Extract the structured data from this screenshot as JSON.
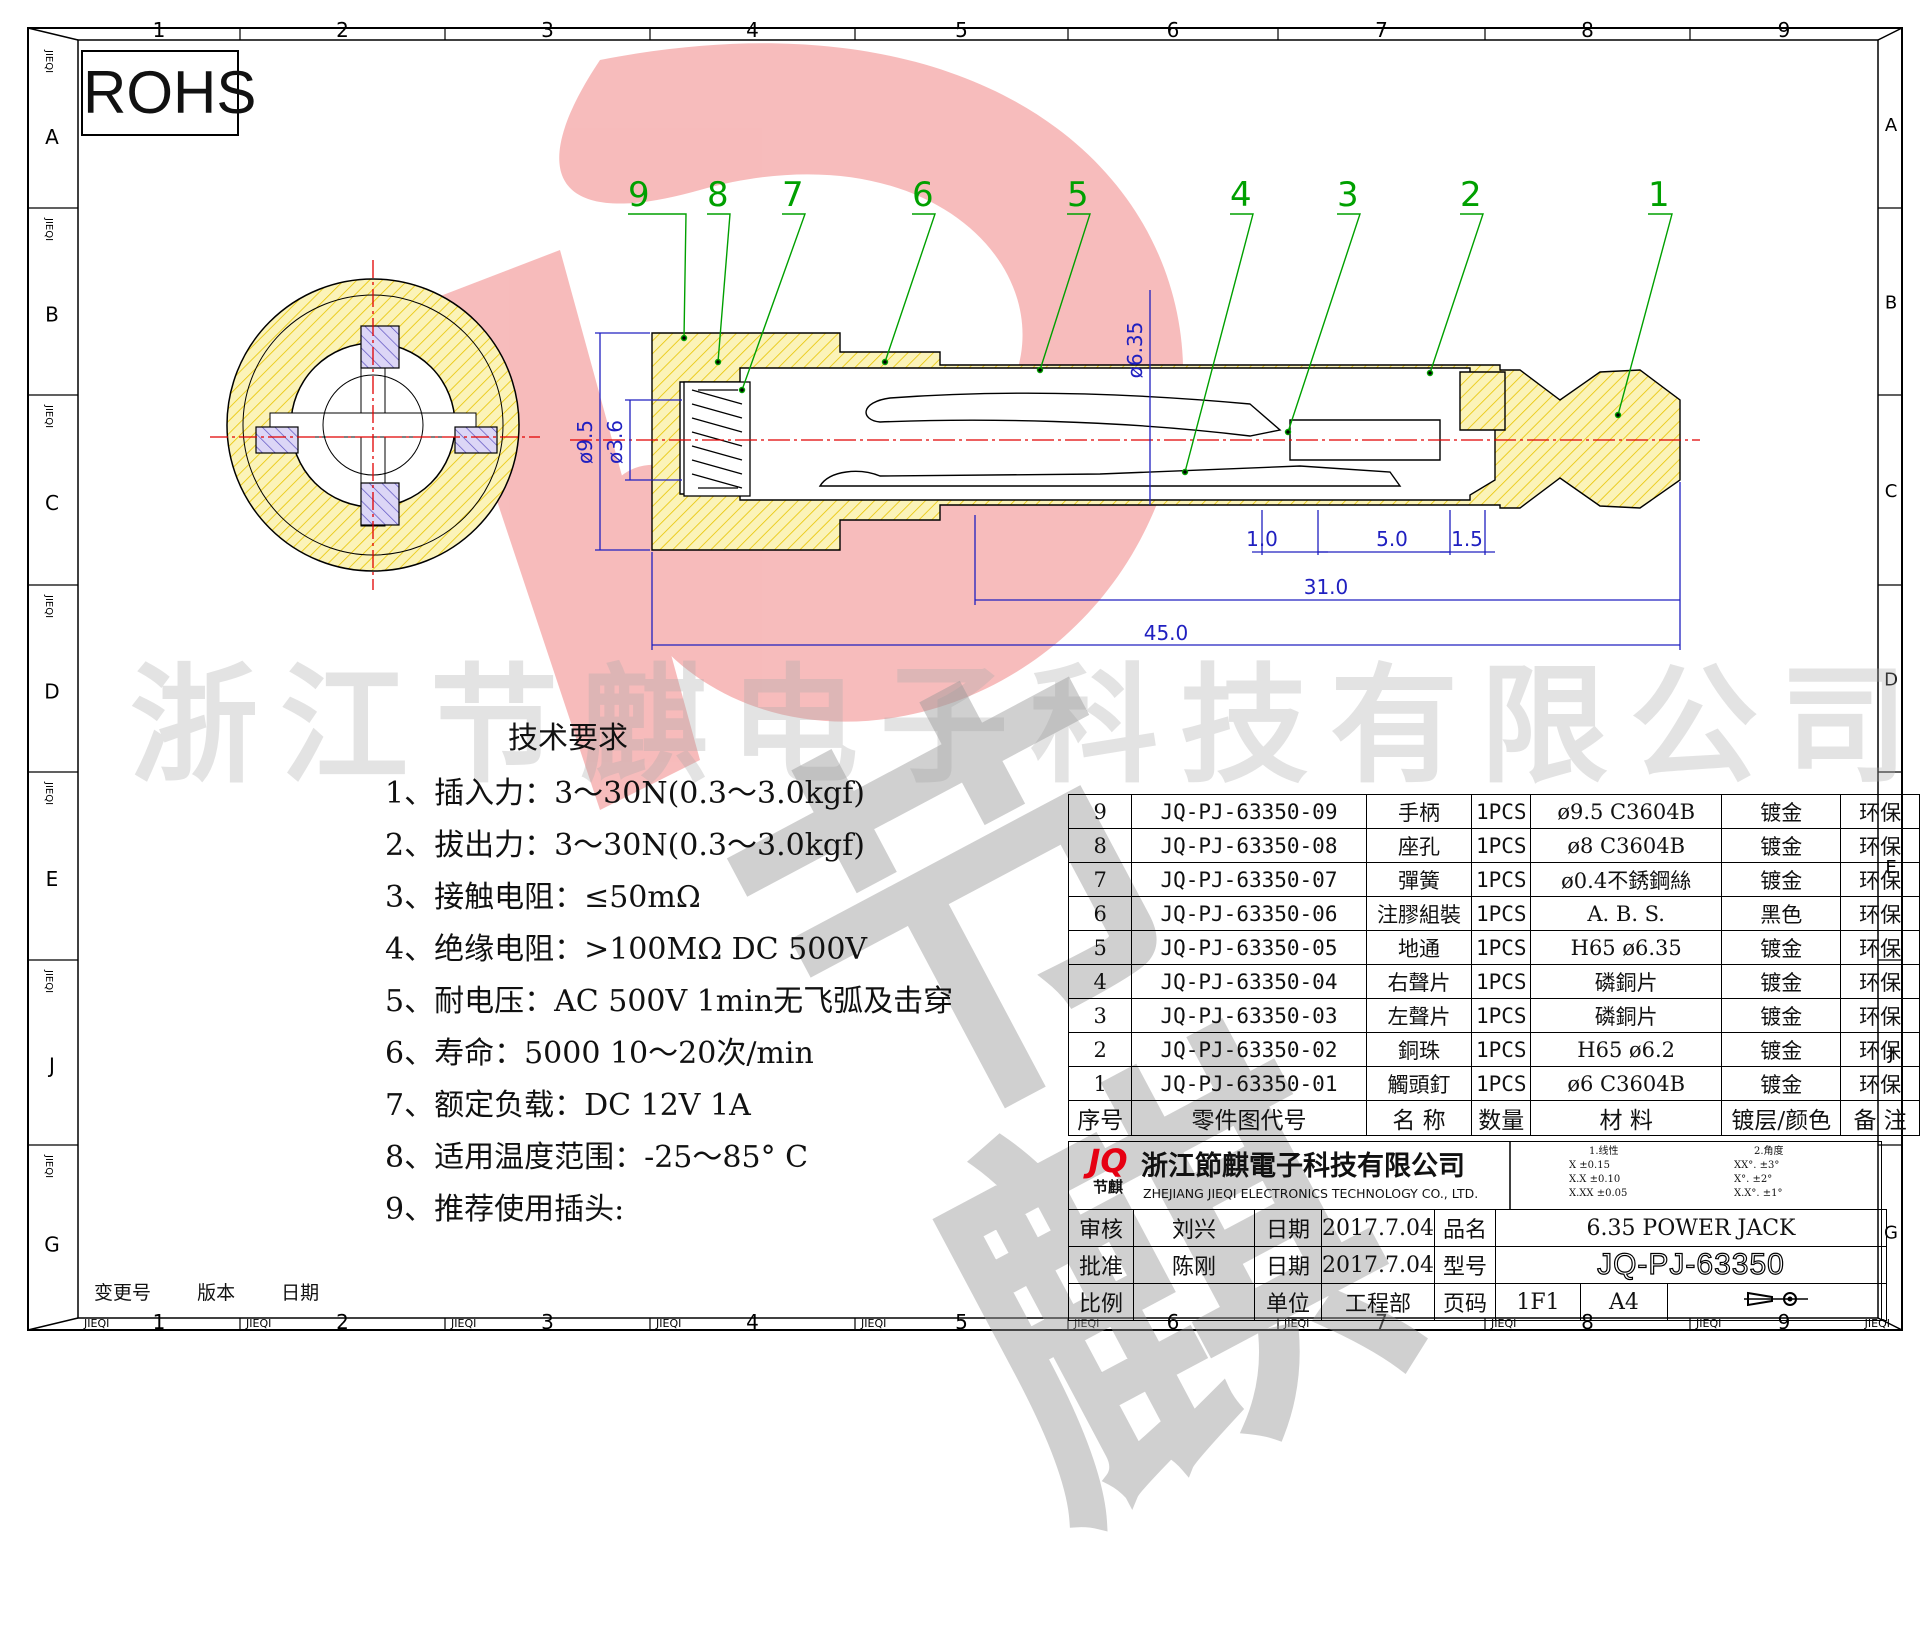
{
  "frame": {
    "cols": [
      "1",
      "2",
      "3",
      "4",
      "5",
      "6",
      "7",
      "8",
      "9"
    ],
    "rows": [
      "A",
      "B",
      "C",
      "D",
      "E",
      "J",
      "G"
    ],
    "side_label": "JIEQI"
  },
  "rohs": "ROHS",
  "watermark": {
    "company": "浙江节麒电子科技有限公司",
    "brand": "节麒"
  },
  "drawing": {
    "balloons": [
      "9",
      "8",
      "7",
      "6",
      "5",
      "4",
      "3",
      "2",
      "1"
    ],
    "dims": {
      "d635": "ø6.35",
      "d95": "ø9.5",
      "d36": "ø3.6",
      "l10": "1.0",
      "l50": "5.0",
      "l15": "1.5",
      "l310": "31.0",
      "l450": "45.0"
    }
  },
  "tech": {
    "title": "技术要求",
    "items": [
      "1、插入力：3～30N(0.3～3.0kgf)",
      "2、拔出力：3～30N(0.3～3.0kgf)",
      "3、接触电阻：≤50mΩ",
      "4、绝缘电阻：>100MΩ  DC  500V",
      "5、耐电压：AC  500V  1min无飞弧及击穿",
      "6、寿命：5000 10～20次/min",
      "7、额定负载：DC  12V  1A",
      "8、适用温度范围：-25～85° C",
      "9、推荐使用插头:"
    ]
  },
  "revision": {
    "change_no": "变更号",
    "version": "版本",
    "date": "日期"
  },
  "bom": {
    "rows": [
      {
        "no": "9",
        "part": "JQ-PJ-63350-09",
        "name": "手柄",
        "qty": "1PCS",
        "material": "ø9.5 C3604B",
        "finish": "镀金",
        "env": "环保"
      },
      {
        "no": "8",
        "part": "JQ-PJ-63350-08",
        "name": "座孔",
        "qty": "1PCS",
        "material": "ø8 C3604B",
        "finish": "镀金",
        "env": "环保"
      },
      {
        "no": "7",
        "part": "JQ-PJ-63350-07",
        "name": "彈簧",
        "qty": "1PCS",
        "material": "ø0.4不銹鋼絲",
        "finish": "镀金",
        "env": "环保"
      },
      {
        "no": "6",
        "part": "JQ-PJ-63350-06",
        "name": "注膠組裝",
        "qty": "1PCS",
        "material": "A. B. S.",
        "finish": "黑色",
        "env": "环保"
      },
      {
        "no": "5",
        "part": "JQ-PJ-63350-05",
        "name": "地通",
        "qty": "1PCS",
        "material": "H65 ø6.35",
        "finish": "镀金",
        "env": "环保"
      },
      {
        "no": "4",
        "part": "JQ-PJ-63350-04",
        "name": "右聲片",
        "qty": "1PCS",
        "material": "磷銅片",
        "finish": "镀金",
        "env": "环保"
      },
      {
        "no": "3",
        "part": "JQ-PJ-63350-03",
        "name": "左聲片",
        "qty": "1PCS",
        "material": "磷銅片",
        "finish": "镀金",
        "env": "环保"
      },
      {
        "no": "2",
        "part": "JQ-PJ-63350-02",
        "name": "銅珠",
        "qty": "1PCS",
        "material": "H65 ø6.2",
        "finish": "镀金",
        "env": "环保"
      },
      {
        "no": "1",
        "part": "JQ-PJ-63350-01",
        "name": "觸頭釘",
        "qty": "1PCS",
        "material": "ø6 C3604B",
        "finish": "镀金",
        "env": "环保"
      }
    ],
    "header": {
      "no": "序号",
      "part": "零件图代号",
      "name": "名 称",
      "qty": "数量",
      "material": "材 料",
      "finish": "镀层/颜色",
      "env": "备 注"
    }
  },
  "titleblock": {
    "logo": "JQ",
    "logo_sub": "节麒",
    "company_cn": "浙江節麒電子科技有限公司",
    "company_en": "ZHEJIANG JIEQI ELECTRONICS TECHNOLOGY CO., LTD.",
    "tol_linear_title": "1.线性",
    "tol_linear": [
      "X    ±0.15",
      "X.X   ±0.10",
      "X.XX   ±0.05"
    ],
    "tol_angle_title": "2.角度",
    "tol_angle": [
      "XX°.  ±3°",
      "X°.  ±2°",
      "X.X°.  ±1°"
    ],
    "review_label": "审核",
    "review_name": "刘兴",
    "date_label": "日期",
    "review_date": "2017.7.04",
    "name_label": "品名",
    "product_name": "6.35 POWER JACK",
    "approve_label": "批准",
    "approve_name": "陈刚",
    "date_label2": "日期",
    "approve_date": "2017.7.04",
    "model_label": "型号",
    "model": "JQ-PJ-63350",
    "scale_label": "比例",
    "unit_label": "单位",
    "unit": "工程部",
    "page_label": "页码",
    "page": "1F1",
    "size": "A4"
  },
  "colors": {
    "hatch": "#e8c400",
    "red_line": "#e10000",
    "green": "#00a000",
    "blue": "#2020c0",
    "logo_red": "#e60012"
  }
}
